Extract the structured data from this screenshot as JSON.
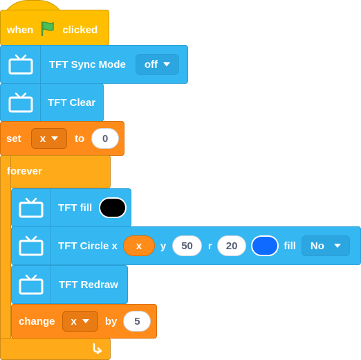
{
  "when_flag": {
    "when_label": "when",
    "icon": "green-flag-icon",
    "clicked_label": "clicked"
  },
  "sync_mode": {
    "label": "TFT Sync Mode",
    "value": "off"
  },
  "clear": {
    "label": "TFT Clear"
  },
  "set_var": {
    "set_label": "set",
    "variable": "x",
    "to_label": "to",
    "value": "0"
  },
  "forever": {
    "label": "forever",
    "loop_icon": "loop-arrow-icon"
  },
  "fill": {
    "label": "TFT fill",
    "color": "#000000"
  },
  "circle": {
    "label": "TFT Circle x",
    "x_reporter": "x",
    "y_label": "y",
    "y_value": "50",
    "r_label": "r",
    "r_value": "20",
    "color": "#0f6bff",
    "fill_label": "fill",
    "fill_value": "No"
  },
  "redraw": {
    "label": "TFT Redraw"
  },
  "change_var": {
    "change_label": "change",
    "variable": "x",
    "by_label": "by",
    "value": "5"
  },
  "colors": {
    "events": "#ffbf00",
    "extension": "#35b7f2",
    "variables": "#ff8c1a",
    "control": "#ffab19"
  }
}
